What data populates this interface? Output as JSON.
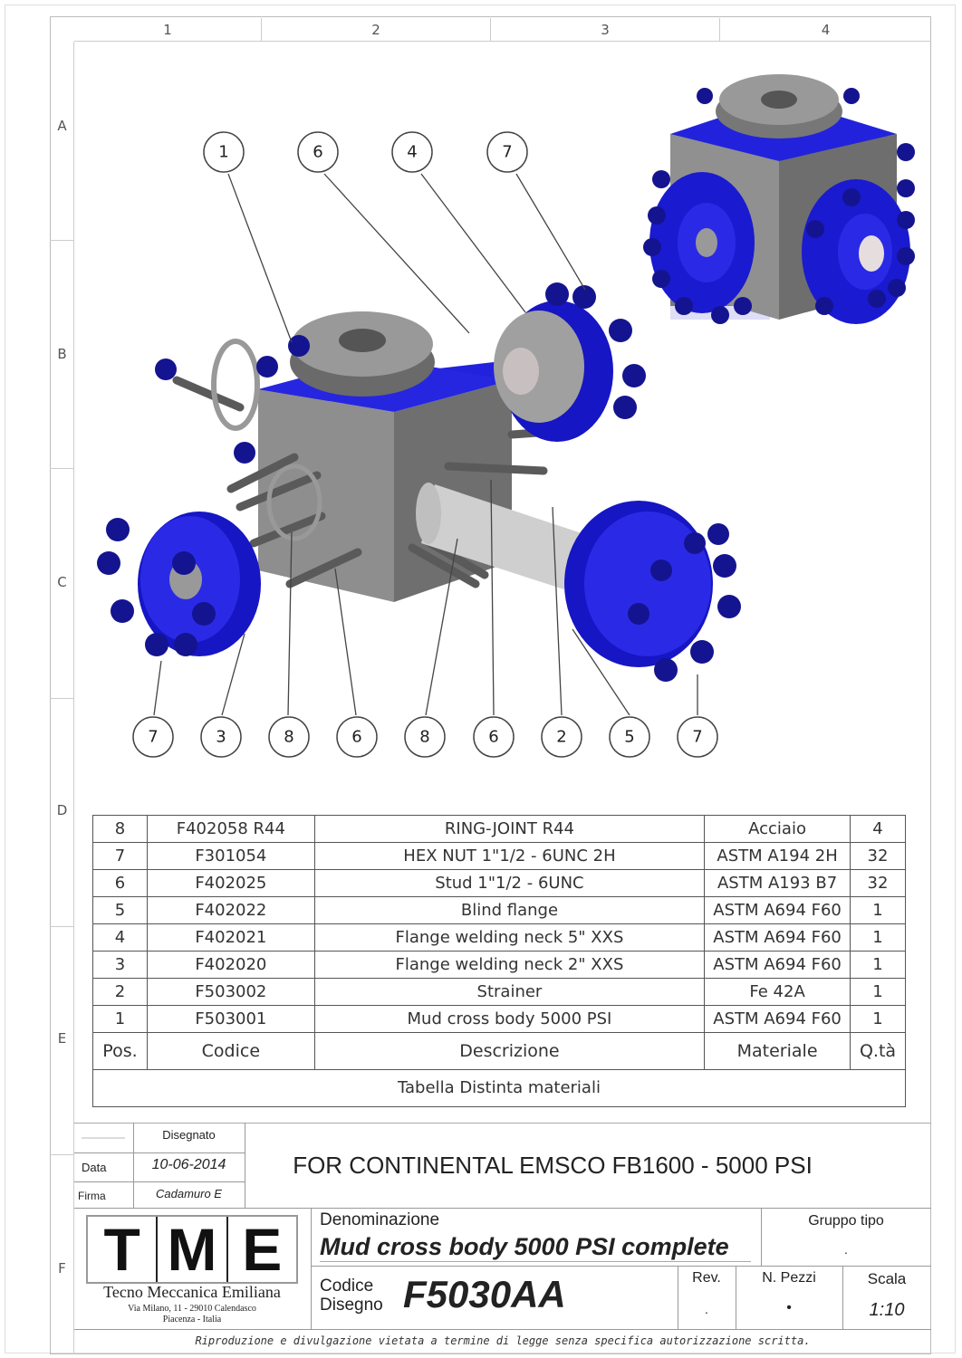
{
  "grid": {
    "columns": [
      "1",
      "2",
      "3",
      "4"
    ],
    "rows": [
      "A",
      "B",
      "C",
      "D",
      "E",
      "F"
    ]
  },
  "balloons_top": [
    "1",
    "6",
    "4",
    "7"
  ],
  "balloons_bottom": [
    "7",
    "3",
    "8",
    "6",
    "8",
    "6",
    "2",
    "5",
    "7"
  ],
  "colors": {
    "flange_blue": "#1f1fd6",
    "steel": "#8c8c8c",
    "line": "#444444"
  },
  "bom": {
    "rows": [
      {
        "pos": "8",
        "code": "F402058 R44",
        "desc": "RING-JOINT R44",
        "material": "Acciaio",
        "qty": "4"
      },
      {
        "pos": "7",
        "code": "F301054",
        "desc": "HEX NUT 1\"1/2 - 6UNC 2H",
        "material": "ASTM A194 2H",
        "qty": "32"
      },
      {
        "pos": "6",
        "code": "F402025",
        "desc": "Stud  1\"1/2 - 6UNC",
        "material": "ASTM A193 B7",
        "qty": "32"
      },
      {
        "pos": "5",
        "code": "F402022",
        "desc": "Blind flange",
        "material": "ASTM A694 F60",
        "qty": "1"
      },
      {
        "pos": "4",
        "code": "F402021",
        "desc": "Flange welding neck 5\" XXS",
        "material": "ASTM A694 F60",
        "qty": "1"
      },
      {
        "pos": "3",
        "code": "F402020",
        "desc": "Flange welding neck 2\" XXS",
        "material": "ASTM A694 F60",
        "qty": "1"
      },
      {
        "pos": "2",
        "code": "F503002",
        "desc": "Strainer",
        "material": "Fe 42A",
        "qty": "1"
      },
      {
        "pos": "1",
        "code": "F503001",
        "desc": "Mud cross body 5000 PSI",
        "material": "ASTM A694 F60",
        "qty": "1"
      }
    ],
    "headers": {
      "pos": "Pos.",
      "code": "Codice",
      "desc": "Descrizione",
      "material": "Materiale",
      "qty": "Q.tà"
    },
    "caption": "Tabella Distinta materiali"
  },
  "title_block": {
    "disegnato_label": "Disegnato",
    "data_label": "Data",
    "data_value": "10-06-2014",
    "firma_label": "Firma",
    "firma_value": "Cadamuro E",
    "title": "FOR CONTINENTAL EMSCO FB1600 - 5000 PSI",
    "denominazione_label": "Denominazione",
    "denominazione_value": "Mud cross body 5000 PSI complete",
    "gruppo_label": "Gruppo tipo",
    "gruppo_value": ".",
    "codice_label_1": "Codice",
    "codice_label_2": "Disegno",
    "codice_value": "F5030AA",
    "rev_label": "Rev.",
    "rev_value": ".",
    "pezzi_label": "N. Pezzi",
    "pezzi_value": "•",
    "scala_label": "Scala",
    "scala_value": "1:10",
    "logo_letters": [
      "T",
      "M",
      "E"
    ],
    "company": "Tecno Meccanica Emiliana",
    "address_1": "Via Milano, 11 - 29010 Calendasco",
    "address_2": "Piacenza - Italia",
    "footer": "Riproduzione e divulgazione vietata a termine di legge senza specifica autorizzazione scritta."
  }
}
